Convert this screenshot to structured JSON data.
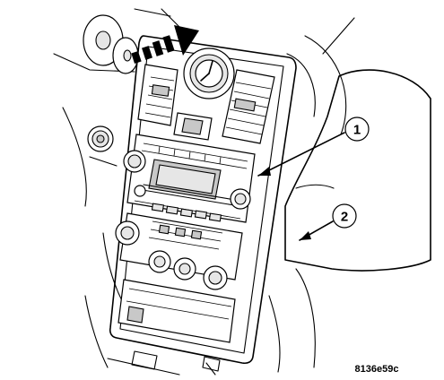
{
  "diagram": {
    "callouts": [
      {
        "id": "1",
        "label": "1"
      },
      {
        "id": "2",
        "label": "2"
      }
    ],
    "figure_id": "8136e59c"
  }
}
